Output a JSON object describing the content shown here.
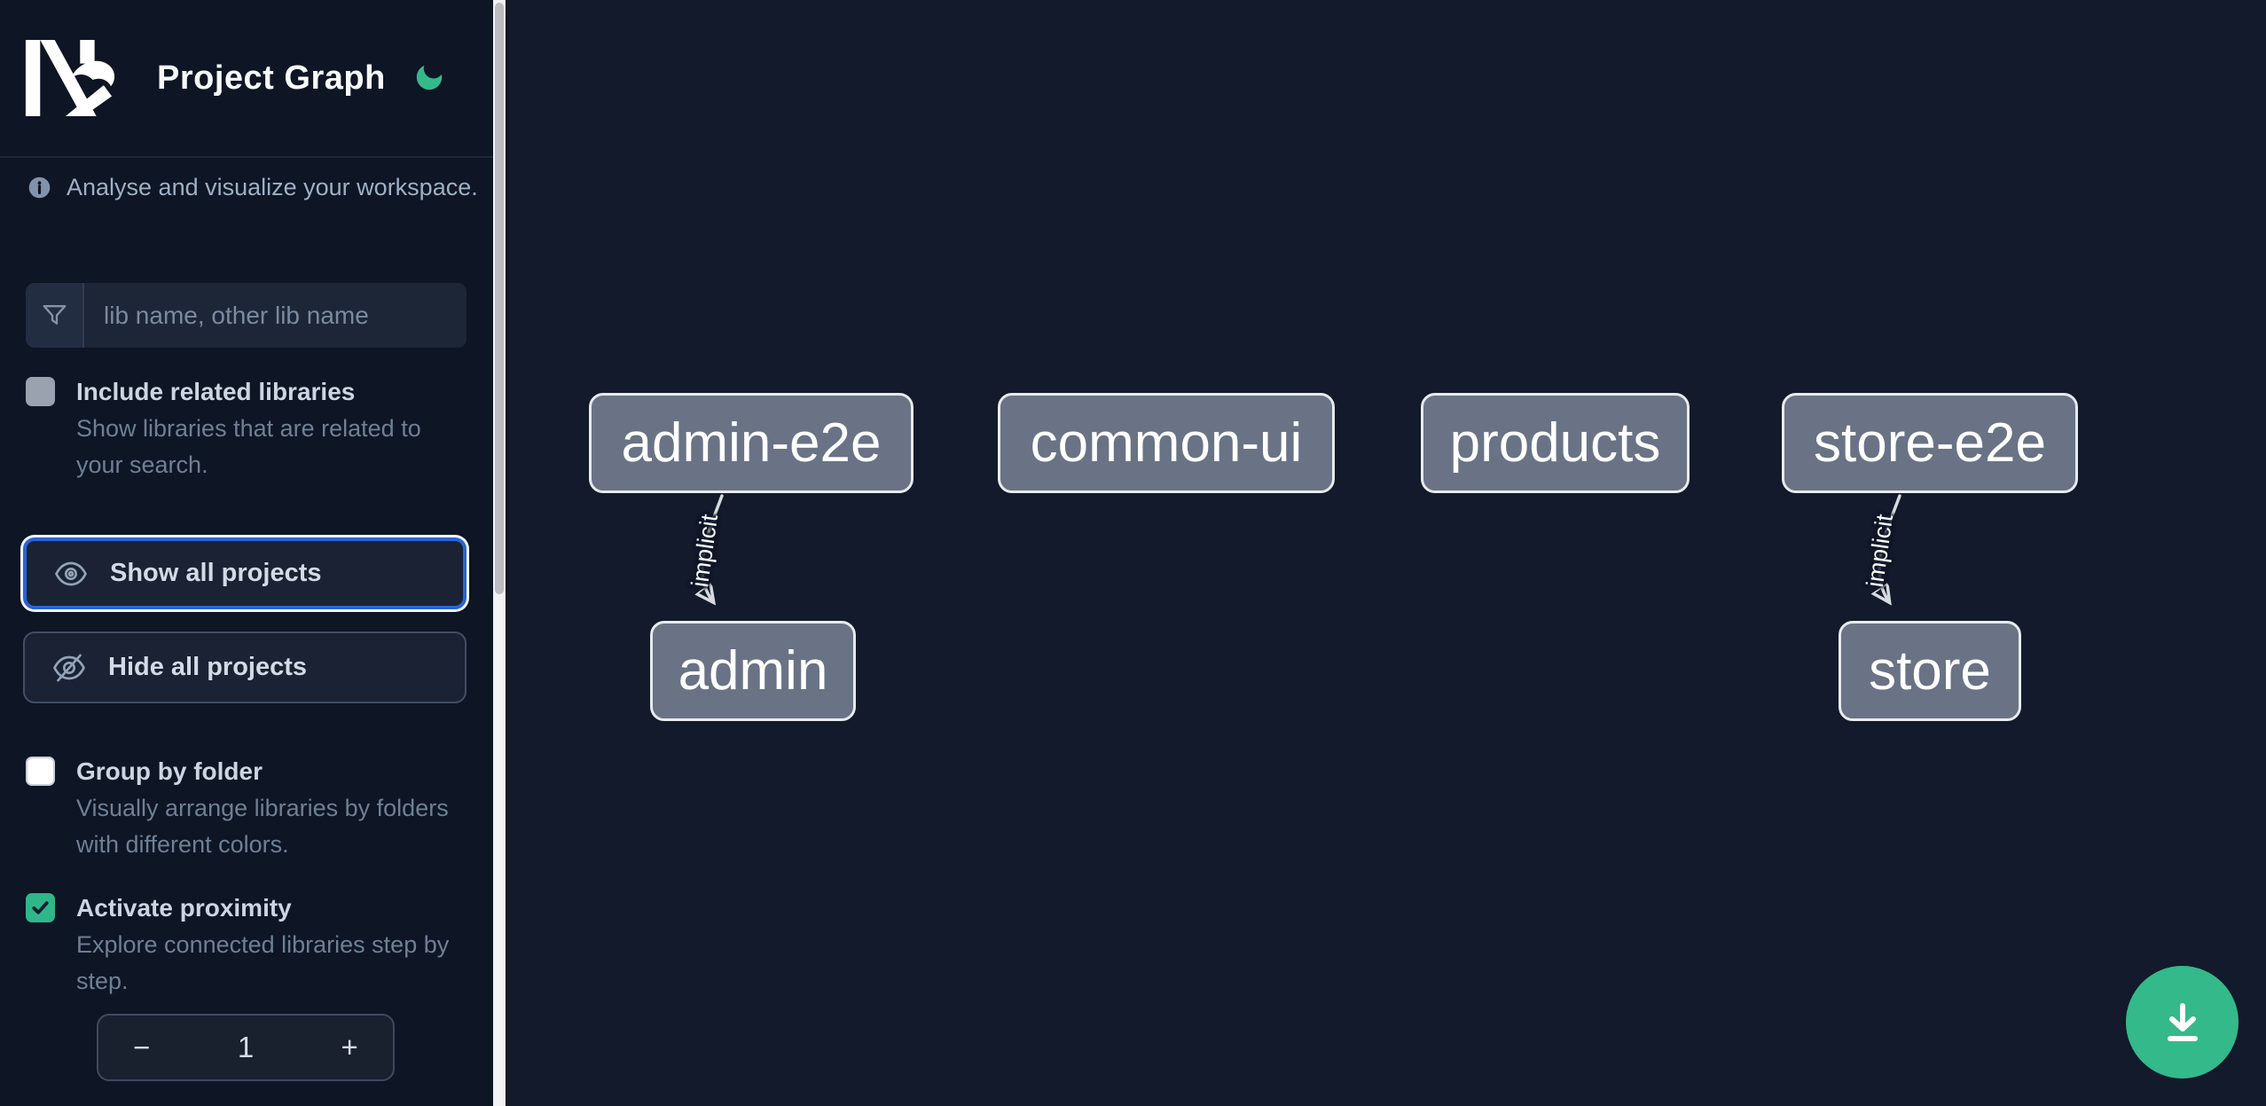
{
  "app": {
    "brand": "Nx",
    "title": "Project Graph",
    "theme_toggle_icon": "moon-icon"
  },
  "sidebar": {
    "info_text": "Analyse and visualize your workspace.",
    "search": {
      "icon": "filter-funnel-icon",
      "placeholder": "lib name, other lib name",
      "value": ""
    },
    "checkboxes": {
      "include_related": {
        "label": "Include related libraries",
        "description": "Show libraries that are related to your search.",
        "checked": false
      },
      "group_by_folder": {
        "label": "Group by folder",
        "description": "Visually arrange libraries by folders with different colors.",
        "checked": false
      },
      "activate_proximity": {
        "label": "Activate proximity",
        "description": "Explore connected libraries step by step.",
        "checked": true
      }
    },
    "buttons": {
      "show_all": {
        "icon": "eye-icon",
        "label": "Show all projects",
        "focused": true
      },
      "hide_all": {
        "icon": "eye-off-icon",
        "label": "Hide all projects",
        "focused": false
      }
    },
    "stepper": {
      "decrement": "−",
      "value": "1",
      "increment": "+"
    }
  },
  "graph": {
    "nodes": [
      {
        "label": "admin-e2e"
      },
      {
        "label": "common-ui"
      },
      {
        "label": "products"
      },
      {
        "label": "store-e2e"
      },
      {
        "label": "admin"
      },
      {
        "label": "store"
      }
    ],
    "edges": [
      {
        "source": "admin-e2e",
        "target": "admin",
        "label": "implicit"
      },
      {
        "source": "store-e2e",
        "target": "store",
        "label": "implicit"
      }
    ]
  },
  "fab": {
    "icon": "download-icon"
  },
  "colors": {
    "accent_green": "#34b98b",
    "focus_blue": "#2a63d9",
    "node_fill": "#697385",
    "node_border": "#e8eaee",
    "edge": "#d7dade",
    "sidebar_bg": "#0e1524",
    "canvas_bg": "#121a2b"
  }
}
